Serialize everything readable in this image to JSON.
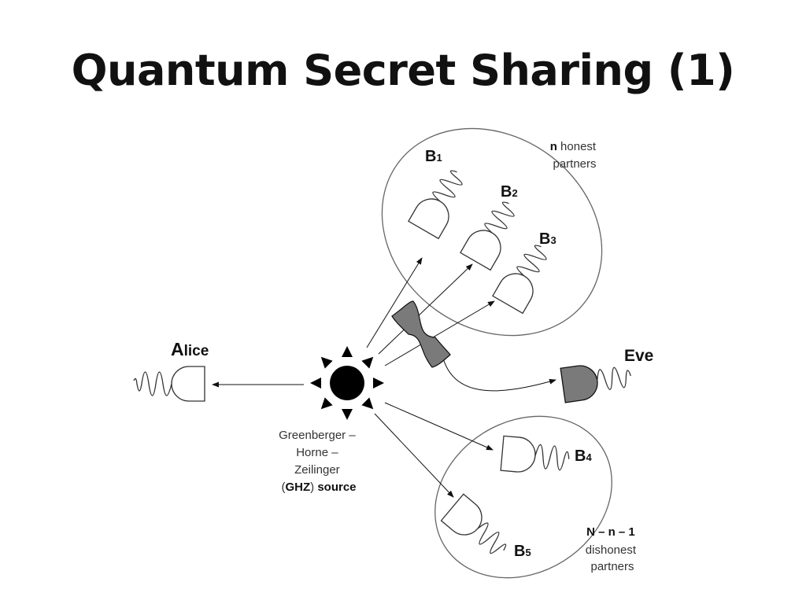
{
  "title": "Quantum Secret Sharing (1)",
  "honest_group": {
    "count_symbol": "n",
    "label_rest": " honest",
    "label_line2": "partners"
  },
  "dishonest_group": {
    "count_label": "N – n – 1",
    "label_line1": "dishonest",
    "label_line2": "partners"
  },
  "partners": [
    {
      "letter": "B",
      "sub": "1"
    },
    {
      "letter": "B",
      "sub": "2"
    },
    {
      "letter": "B",
      "sub": "3"
    },
    {
      "letter": "B",
      "sub": "4"
    },
    {
      "letter": "B",
      "sub": "5"
    }
  ],
  "alice": {
    "initial": "A",
    "rest": "lice"
  },
  "eve": {
    "label": "Eve"
  },
  "source": {
    "line1": "Greenberger –",
    "line2": "Horne –",
    "line3": "Zeilinger",
    "paren_open": "(",
    "abbr": "GHZ",
    "paren_close": ")",
    "word": " source"
  },
  "colors": {
    "detector_eve": "#7a7a7a",
    "eavesdrop_filter": "#7a7a7a",
    "outline": "#333333",
    "source_fill": "#000000"
  }
}
